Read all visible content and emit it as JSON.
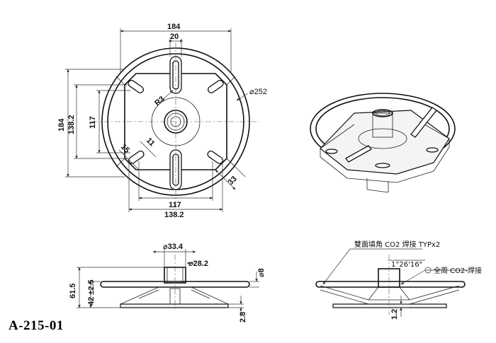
{
  "drawing": {
    "part_number": "A-215-01",
    "top_view": {
      "dim_overall_width": "184",
      "dim_slot_width": "20",
      "dim_overall_height": "184",
      "dim_hole_span_outer_v": "138.2",
      "dim_hole_span_inner_v": "117",
      "dim_hole_span_inner_h": "117",
      "dim_hole_span_outer_h": "138.2",
      "dim_radius": "R3",
      "dim_diameter": "⌀252",
      "dim_chamfer_15": "15",
      "dim_chamfer_11": "11",
      "dim_corner_33": "33"
    },
    "side_view": {
      "dim_tube_outer": "⌀33.4",
      "dim_tube_inner": "⌀28.2",
      "dim_rod": "⌀8",
      "dim_total_height": "61.5",
      "dim_base_height": "42 ±2.5",
      "dim_plate_thickness": "2.8"
    },
    "section_view": {
      "weld_note_1": "雙面填角 CO2 焊接  TYPx2",
      "angle_note": "1°26'16\"",
      "weld_note_2": "全周 CO2-焊接",
      "dim_plate_offset": "1.2"
    }
  }
}
